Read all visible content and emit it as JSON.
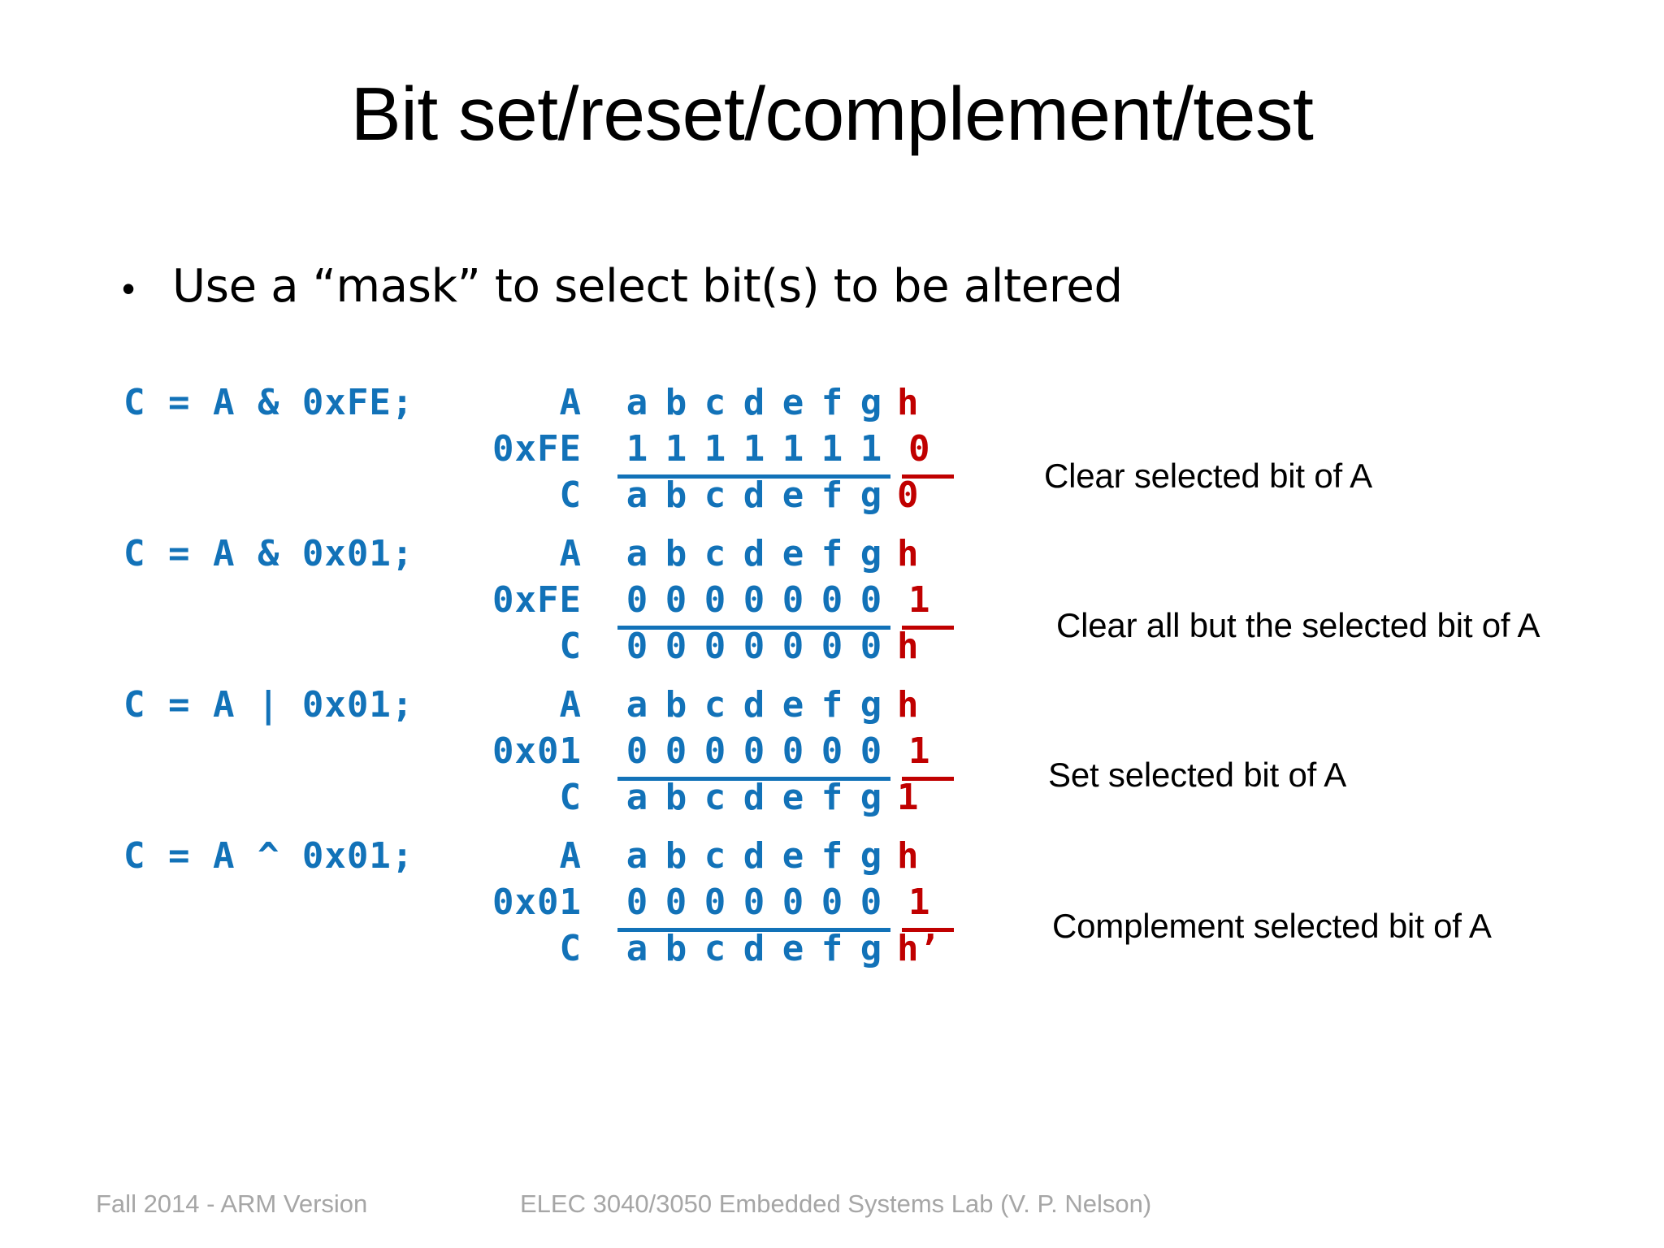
{
  "slide": {
    "title": "Bit set/reset/complement/test",
    "bullet_mark": "•",
    "bullet_text": "Use a “mask” to select bit(s) to be altered"
  },
  "colors": {
    "code_blue": "#1272B8",
    "highlight_red": "#C00000",
    "title_black": "#000000",
    "footer_gray": "#A6A6A6",
    "background": "#FFFFFF"
  },
  "blocks": [
    {
      "statement": "C = A & 0xFE;",
      "annotation": "Clear selected bit of A",
      "rows": [
        {
          "label": "A",
          "bits": [
            "a",
            "b",
            "c",
            "d",
            "e",
            "f",
            "g"
          ],
          "lsb": "h",
          "mask": false
        },
        {
          "label": "0xFE",
          "bits": [
            "1",
            "1",
            "1",
            "1",
            "1",
            "1",
            "1"
          ],
          "lsb": "0",
          "mask": true
        },
        {
          "label": "C",
          "bits": [
            "a",
            "b",
            "c",
            "d",
            "e",
            "f",
            "g"
          ],
          "lsb": "0",
          "mask": false
        }
      ]
    },
    {
      "statement": "C = A & 0x01;",
      "annotation": "Clear all but the selected bit of A",
      "rows": [
        {
          "label": "A",
          "bits": [
            "a",
            "b",
            "c",
            "d",
            "e",
            "f",
            "g"
          ],
          "lsb": "h",
          "mask": false
        },
        {
          "label": "0xFE",
          "bits": [
            "0",
            "0",
            "0",
            "0",
            "0",
            "0",
            "0"
          ],
          "lsb": "1",
          "mask": true
        },
        {
          "label": "C",
          "bits": [
            "0",
            "0",
            "0",
            "0",
            "0",
            "0",
            "0"
          ],
          "lsb": "h",
          "mask": false
        }
      ]
    },
    {
      "statement": "C = A | 0x01;",
      "annotation": "Set selected bit of A",
      "rows": [
        {
          "label": "A",
          "bits": [
            "a",
            "b",
            "c",
            "d",
            "e",
            "f",
            "g"
          ],
          "lsb": "h",
          "mask": false
        },
        {
          "label": "0x01",
          "bits": [
            "0",
            "0",
            "0",
            "0",
            "0",
            "0",
            "0"
          ],
          "lsb": "1",
          "mask": true
        },
        {
          "label": "C",
          "bits": [
            "a",
            "b",
            "c",
            "d",
            "e",
            "f",
            "g"
          ],
          "lsb": "1",
          "mask": false
        }
      ]
    },
    {
      "statement": "C = A ^ 0x01;",
      "annotation": "Complement selected bit of A",
      "rows": [
        {
          "label": "A",
          "bits": [
            "a",
            "b",
            "c",
            "d",
            "e",
            "f",
            "g"
          ],
          "lsb": "h",
          "mask": false
        },
        {
          "label": "0x01",
          "bits": [
            "0",
            "0",
            "0",
            "0",
            "0",
            "0",
            "0"
          ],
          "lsb": "1",
          "mask": true
        },
        {
          "label": "C",
          "bits": [
            "a",
            "b",
            "c",
            "d",
            "e",
            "f",
            "g"
          ],
          "lsb": "h’",
          "mask": false
        }
      ]
    }
  ],
  "footer": {
    "left": "Fall 2014 - ARM Version",
    "center": "ELEC 3040/3050 Embedded Systems Lab (V. P. Nelson)"
  }
}
